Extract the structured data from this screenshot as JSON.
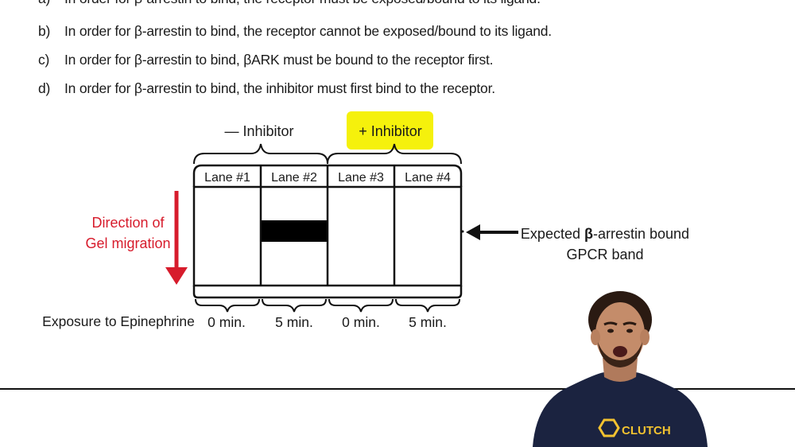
{
  "options": [
    {
      "letter": "a)",
      "text": "In order for β-arrestin to bind, the receptor must be exposed/bound to its ligand."
    },
    {
      "letter": "b)",
      "text": "In order for β-arrestin to bind, the receptor cannot be exposed/bound to its ligand."
    },
    {
      "letter": "c)",
      "text": "In order for β-arrestin to bind, βARK must be bound to the receptor first."
    },
    {
      "letter": "d)",
      "text": "In order for β-arrestin to bind, the inhibitor must first bind to the receptor."
    }
  ],
  "groups": {
    "minus": "— Inhibitor",
    "plus": "+ Inhibitor"
  },
  "lanes": [
    "Lane #1",
    "Lane #2",
    "Lane #3",
    "Lane #4"
  ],
  "direction_label": [
    "Direction of",
    "Gel migration"
  ],
  "band_label": {
    "prefix": "Expected ",
    "beta": "β",
    "suffix": "-arrestin bound",
    "line2": "GPCR band"
  },
  "exposure": {
    "label": "Exposure to Epinephrine",
    "times": [
      "0 min.",
      "5 min.",
      "0 min.",
      "5 min."
    ]
  },
  "logo_text": "CLUTCH",
  "colors": {
    "highlight": "#f5f10c",
    "arrow_red": "#d71c2c",
    "band": "#000000",
    "shirt": "#1b2340",
    "logo": "#f2c230"
  }
}
